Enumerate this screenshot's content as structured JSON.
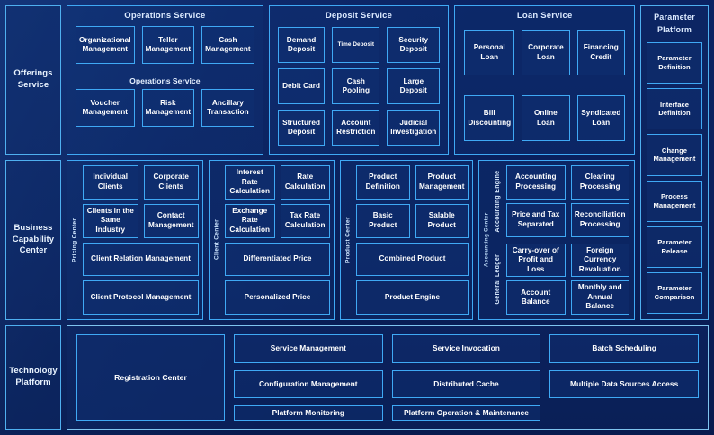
{
  "rows": {
    "offerings": {
      "label": "Offerings Service"
    },
    "business": {
      "label": "Business Capability Center"
    },
    "technology": {
      "label": "Technology Platform"
    }
  },
  "operations": {
    "title": "Operations Service",
    "caption": "Operations Service",
    "items": [
      "Organizational Management",
      "Teller Management",
      "Cash Management",
      "Voucher Management",
      "Risk Management",
      "Ancillary Transaction"
    ]
  },
  "deposit": {
    "title": "Deposit Service",
    "items": [
      "Demand Deposit",
      "Time Deposit",
      "Security Deposit",
      "Debit Card",
      "Cash Pooling",
      "Large Deposit",
      "Structured Deposit",
      "Account Restriction",
      "Judicial Investigation"
    ]
  },
  "loan": {
    "title": "Loan Service",
    "items": [
      "Personal Loan",
      "Corporate Loan",
      "Financing Credit",
      "Bill Discounting",
      "Online Loan",
      "Syndicated Loan"
    ]
  },
  "parameter_platform": {
    "title_line1": "Parameter",
    "title_line2": "Platform",
    "items": [
      "Parameter Definition",
      "Interface Definition",
      "Change Management",
      "Process Management",
      "Parameter Release",
      "Parameter Comparison"
    ]
  },
  "pricing_center": {
    "label": "Pricing Center",
    "items": [
      "Individual Clients",
      "Corporate Clients",
      "Clients in the Same Industry",
      "Contact Management",
      "Client Relation Management",
      "Client Protocol Management"
    ]
  },
  "client_center": {
    "label": "Client Center",
    "items": [
      "Interest Rate Calculation",
      "Rate Calculation",
      "Exchange Rate Calculation",
      "Tax Rate Calculation",
      "Differentiated Price",
      "Personalized Price"
    ]
  },
  "product_center": {
    "label": "Product Center",
    "items": [
      "Product Definition",
      "Product Management",
      "Basic Product",
      "Salable Product",
      "Combined Product",
      "Product Engine"
    ]
  },
  "accounting_center": {
    "label": "Accounting Center",
    "engine": {
      "label": "Accounting Engine",
      "items": [
        "Accounting Processing",
        "Clearing Processing",
        "Price and Tax Separated",
        "Reconciliation Processing"
      ]
    },
    "ledger": {
      "label": "General Ledger",
      "items": [
        "Carry-over of Profit and Loss",
        "Foreign Currency Revaluation",
        "Account Balance",
        "Monthly and Annual Balance"
      ]
    }
  },
  "technology_platform": {
    "registration": "Registration Center",
    "items": [
      "Service Management",
      "Service Invocation",
      "Batch Scheduling",
      "Configuration Management",
      "Distributed Cache",
      "Multiple Data Sources Access",
      "Platform Monitoring",
      "Platform Operation & Maintenance"
    ]
  },
  "colors": {
    "background": "#0a1f5c",
    "border_accent": "#3fa9f5",
    "border_light": "#7fc4ef",
    "text": "#ffffff"
  }
}
